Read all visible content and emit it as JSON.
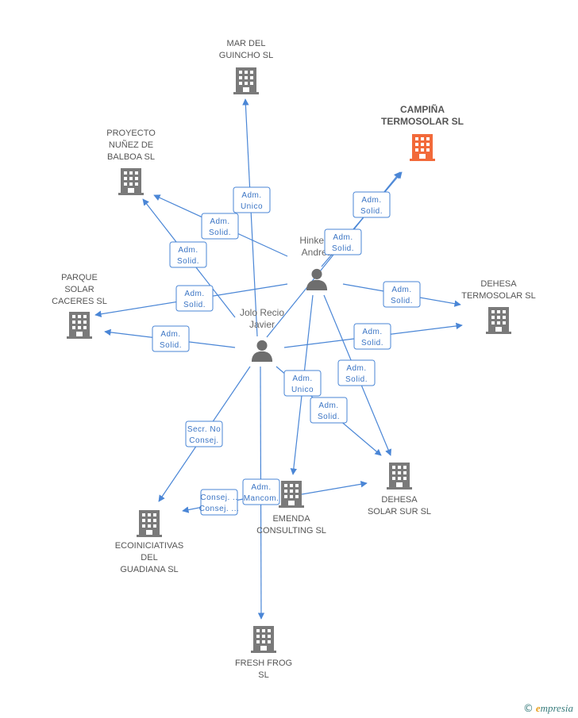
{
  "colors": {
    "building": "#7a7a7a",
    "focus_building": "#f26a3a",
    "edge": "#4a86d6",
    "person": "#6e6e6e"
  },
  "companies": [
    {
      "id": "mar",
      "label": [
        "MAR DEL",
        "GUINCHO SL"
      ],
      "focus": false
    },
    {
      "id": "campina",
      "label": [
        "CAMPIÑA",
        "TERMOSOLAR SL"
      ],
      "focus": true
    },
    {
      "id": "proyecto",
      "label": [
        "PROYECTO",
        "NUÑEZ DE",
        "BALBOA SL"
      ],
      "focus": false
    },
    {
      "id": "parque",
      "label": [
        "PARQUE",
        "SOLAR",
        "CACERES SL"
      ],
      "focus": false
    },
    {
      "id": "dehesaT",
      "label": [
        "DEHESA",
        "TERMOSOLAR SL"
      ],
      "focus": false
    },
    {
      "id": "dehesaS",
      "label": [
        "DEHESA",
        "SOLAR SUR SL"
      ],
      "focus": false
    },
    {
      "id": "emenda",
      "label": [
        "EMENDA",
        "CONSULTING SL"
      ],
      "focus": false
    },
    {
      "id": "ecoin",
      "label": [
        "ECOINICIATIVAS",
        "DEL",
        "GUADIANA SL"
      ],
      "focus": false
    },
    {
      "id": "fresh",
      "label": [
        "FRESH FROG",
        "SL"
      ],
      "focus": false
    }
  ],
  "people": [
    {
      "id": "hinkel",
      "label": [
        "Hinkelm",
        "Andrea"
      ]
    },
    {
      "id": "jolo",
      "label": [
        "Jolo Recio",
        "Javier"
      ]
    }
  ],
  "edges": [
    {
      "from": "jolo",
      "to": "mar",
      "label": [
        "Adm.",
        "Unico"
      ]
    },
    {
      "from": "hinkel",
      "to": "campina",
      "label": [
        "Adm.",
        "Solid."
      ]
    },
    {
      "from": "jolo",
      "to": "campina",
      "label": [
        "Adm.",
        "Solid."
      ]
    },
    {
      "from": "hinkel",
      "to": "proyecto",
      "label": [
        "Adm.",
        "Solid."
      ]
    },
    {
      "from": "jolo",
      "to": "proyecto",
      "label": [
        "Adm.",
        "Solid."
      ]
    },
    {
      "from": "hinkel",
      "to": "parque",
      "label": [
        "Adm.",
        "Solid."
      ]
    },
    {
      "from": "jolo",
      "to": "parque",
      "label": [
        "Adm.",
        "Solid."
      ]
    },
    {
      "from": "hinkel",
      "to": "dehesaT",
      "label": [
        "Adm.",
        "Solid."
      ]
    },
    {
      "from": "jolo",
      "to": "dehesaT",
      "label": [
        "Adm.",
        "Solid."
      ]
    },
    {
      "from": "hinkel",
      "to": "dehesaS",
      "label": [
        "Adm.",
        "Solid."
      ]
    },
    {
      "from": "jolo",
      "to": "dehesaS",
      "label": [
        "Adm.",
        "Solid."
      ]
    },
    {
      "from": "hinkel",
      "to": "emenda",
      "label": [
        "Adm.",
        "Unico"
      ]
    },
    {
      "from": "jolo",
      "to": "ecoin",
      "label": [
        "Secr.  No",
        "Consej."
      ]
    },
    {
      "from": "emenda",
      "to": "ecoin",
      "label": [
        "Consej. ..",
        "Consej. ..."
      ]
    },
    {
      "from": "jolo",
      "to": "fresh",
      "label": [
        "Adm.",
        "Mancom."
      ]
    },
    {
      "from": "emenda",
      "to": "dehesaS",
      "label": []
    }
  ],
  "brand": {
    "copyright": "©",
    "name_initial": "e",
    "name_rest": "mpresia"
  }
}
